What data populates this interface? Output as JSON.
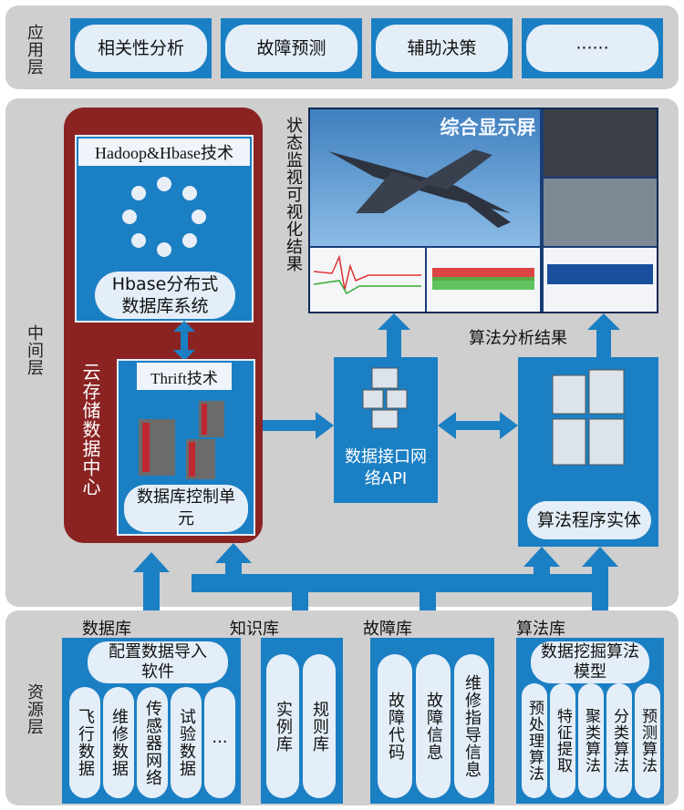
{
  "application_layer": {
    "label": "应用层",
    "items": [
      "相关性分析",
      "故障预测",
      "辅助决策",
      "······"
    ]
  },
  "middle_layer": {
    "label": "中间层",
    "cloud_center": {
      "label": "云存储数据中心",
      "hadoop": {
        "title": "Hadoop&Hbase技术",
        "system": "Hbase分布式数据库系统"
      },
      "thrift": {
        "title": "Thrift技术",
        "unit": "数据库控制单元"
      }
    },
    "monitor": {
      "label": "状态监视可视化结果",
      "screen_title": "综合显示屏"
    },
    "api": {
      "label": "数据接口网络API"
    },
    "algorithm": {
      "result_label": "算法分析结果",
      "entity": "算法程序实体"
    }
  },
  "resource_layer": {
    "label": "资源层",
    "database": {
      "label": "数据库",
      "import": "配置数据导入软件",
      "items": [
        "飞行数据",
        "维修数据",
        "传感器网络",
        "试验数据",
        "···"
      ]
    },
    "knowledge": {
      "label": "知识库",
      "items": [
        "实例库",
        "规则库"
      ]
    },
    "fault": {
      "label": "故障库",
      "items": [
        "故障代码",
        "故障信息",
        "维修指导信息"
      ]
    },
    "algo_lib": {
      "label": "算法库",
      "model": "数据挖掘算法模型",
      "items": [
        "预处理算法",
        "特征提取",
        "聚类算法",
        "分类算法",
        "预测算法"
      ]
    }
  }
}
